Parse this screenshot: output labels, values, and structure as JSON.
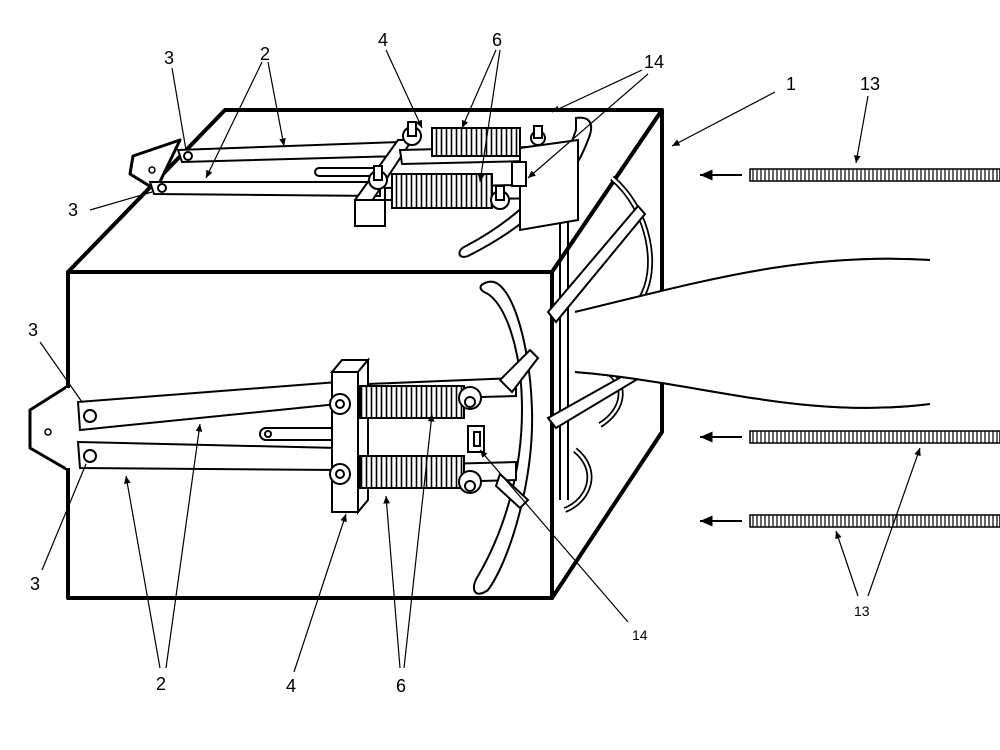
{
  "labels": {
    "l1": "1",
    "l2a": "2",
    "l2b": "2",
    "l3a": "3",
    "l3b": "3",
    "l3c": "3",
    "l3d": "3",
    "l4a": "4",
    "l4b": "4",
    "l6a": "6",
    "l6b": "6",
    "l13a": "13",
    "l13b": "13",
    "l14a": "14",
    "l14b": "14"
  },
  "colors": {
    "stroke": "#000000",
    "background": "#ffffff"
  }
}
